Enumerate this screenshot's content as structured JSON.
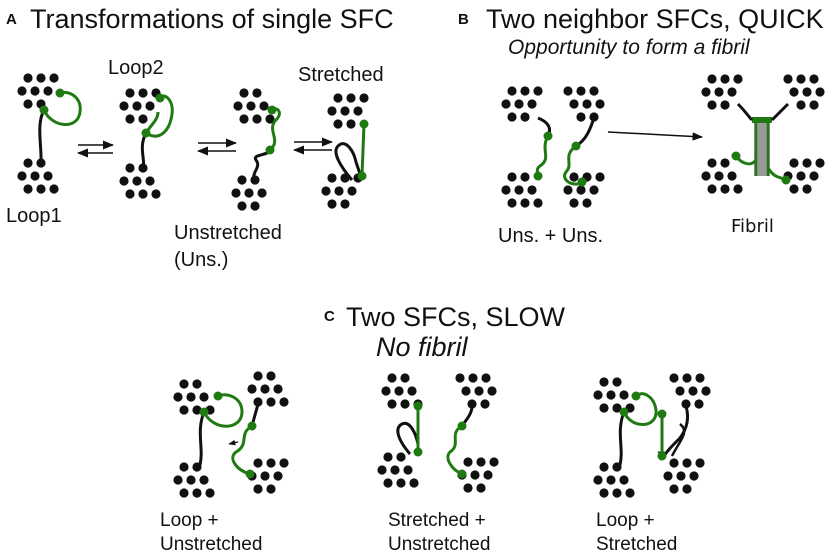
{
  "panel_a": {
    "letter": "A",
    "title": "Transformations of single SFC",
    "labels": {
      "loop1": "Loop1",
      "loop2": "Loop2",
      "stretched": "Stretched",
      "unstretched": "Unstretched",
      "unstretched_abbr": "(Uns.)"
    }
  },
  "panel_b": {
    "letter": "B",
    "title": "Two neighbor SFCs, QUICK",
    "subtitle": "Opportunity to form a fibril",
    "labels": {
      "uns_uns": "Uns. + Uns.",
      "fibril": "Fibril"
    }
  },
  "panel_c": {
    "letter": "C",
    "title": "Two SFCs, SLOW",
    "subtitle": "No fibril",
    "labels": {
      "pair1_line1": "Loop +",
      "pair1_line2": "Unstretched",
      "pair2_line1": "Stretched +",
      "pair2_line2": "Unstretched",
      "pair3_line1": "Loop +",
      "pair3_line2": "Stretched"
    }
  },
  "colors": {
    "chain_green": "#1f7a12",
    "chain_black": "#111111",
    "dot": "#111111",
    "fibril_gray": "#9a9a9a"
  }
}
